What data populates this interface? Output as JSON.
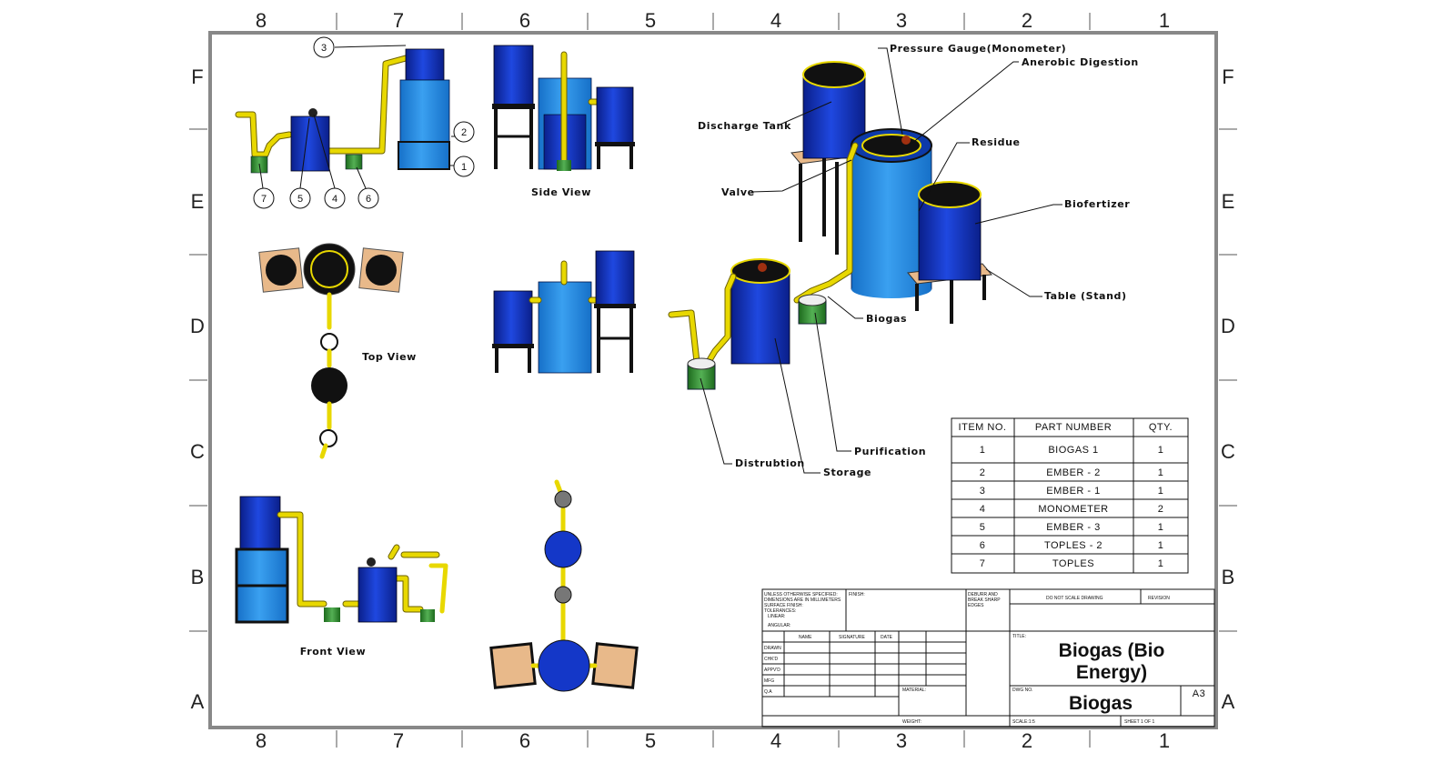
{
  "border": {
    "columns": [
      "8",
      "7",
      "6",
      "5",
      "4",
      "3",
      "2",
      "1"
    ],
    "rows": [
      "F",
      "E",
      "D",
      "C",
      "B",
      "A"
    ]
  },
  "views": {
    "side": "Side View",
    "top": "Top View",
    "front": "Front View"
  },
  "balloons": [
    "1",
    "2",
    "3",
    "4",
    "5",
    "6",
    "7"
  ],
  "callouts": {
    "pressure_gauge": "Pressure Gauge(Monometer)",
    "anaerobic": "Anerobic Digestion",
    "discharge": "Discharge Tank",
    "residue": "Residue",
    "valve": "Valve",
    "biofertilizer": "Biofertizer",
    "table_stand": "Table (Stand)",
    "biogas": "Biogas",
    "purification": "Purification",
    "distribution": "Distrubtion",
    "storage": "Storage"
  },
  "bom": {
    "headers": [
      "ITEM NO.",
      "PART NUMBER",
      "QTY."
    ],
    "rows": [
      [
        "1",
        "BIOGAS 1",
        "1"
      ],
      [
        "2",
        "EMBER - 2",
        "1"
      ],
      [
        "3",
        "EMBER - 1",
        "1"
      ],
      [
        "4",
        "MONOMETER",
        "2"
      ],
      [
        "5",
        "EMBER - 3",
        "1"
      ],
      [
        "6",
        "TOPLES - 2",
        "1"
      ],
      [
        "7",
        "TOPLES",
        "1"
      ]
    ]
  },
  "title_block": {
    "notes": [
      "UNLESS OTHERWISE SPECIFIED:",
      "DIMENSIONS ARE IN MILLIMETERS",
      "SURFACE FINISH:",
      "TOLERANCES:",
      "LINEAR:",
      "ANGULAR:"
    ],
    "finish": "FINISH:",
    "deburr": [
      "DEBURR AND",
      "BREAK SHARP",
      "EDGES"
    ],
    "do_not_scale": "DO NOT SCALE DRAWING",
    "revision": "REVISION",
    "col_heads": [
      "NAME",
      "SIGNATURE",
      "DATE"
    ],
    "row_heads": [
      "DRAWN",
      "CHK'D",
      "APPV'D",
      "MFG",
      "Q.A"
    ],
    "title_label": "TITLE:",
    "title_line1": "Biogas (Bio",
    "title_line2": "Energy)",
    "material": "MATERIAL:",
    "dwg_no_label": "DWG NO.",
    "dwg_no": "Biogas",
    "size": "A3",
    "weight": "WEIGHT:",
    "scale": "SCALE:1:5",
    "sheet": "SHEET 1 OF 1"
  },
  "colors": {
    "tank_blue": "#1437c8",
    "tank_light": "#2e8fe8",
    "pipe_yellow": "#e8d800",
    "pot_green": "#3c9a3c",
    "board_tan": "#e8b98a"
  }
}
